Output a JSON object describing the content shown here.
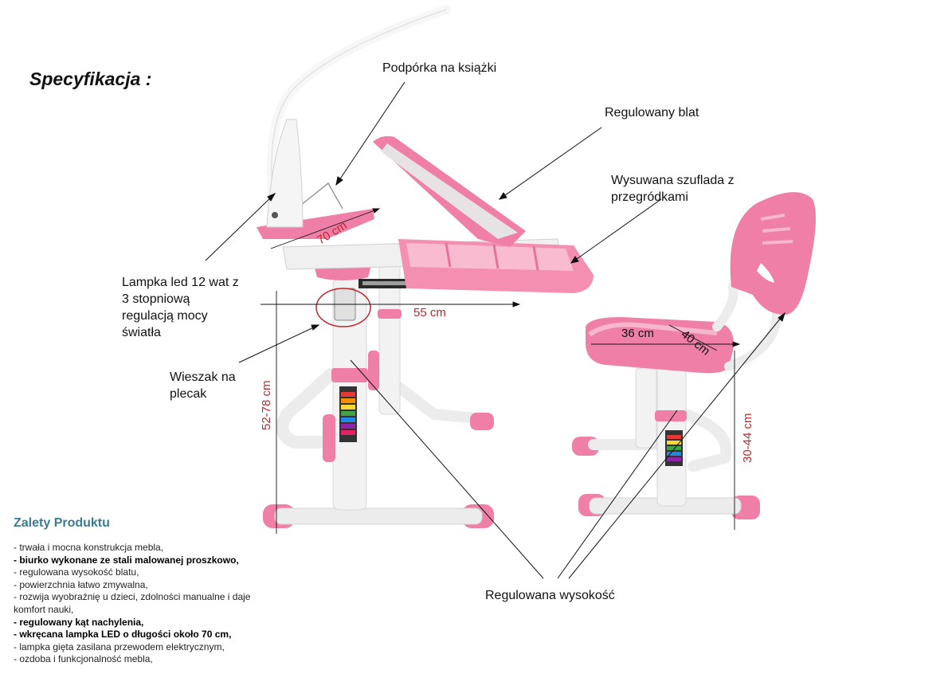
{
  "title": "Specyfikacja :",
  "callouts": {
    "book_rest": "Podpórka na książki",
    "adjustable_top": "Regulowany blat",
    "drawer": "Wysuwana szuflada z przegródkami",
    "lamp": "Lampka led 12 wat z 3 stopniową regulacją mocy światła",
    "hanger": "Wieszak na plecak",
    "height": "Regulowana wysokość"
  },
  "dimensions": {
    "desk_depth": "70 cm",
    "desk_width": "55 cm",
    "desk_height": "52-78 cm",
    "seat_width": "36 cm",
    "seat_depth": "40 cm",
    "seat_height": "30-44 cm"
  },
  "advantages": {
    "title": "Zalety Produktu",
    "items": [
      {
        "text": "- trwała i mocna konstrukcja mebla,",
        "bold": false
      },
      {
        "text": "- biurko wykonane ze stali malowanej proszkowo,",
        "bold": true
      },
      {
        "text": "- regulowana wysokość blatu,",
        "bold": false
      },
      {
        "text": "- powierzchnia łatwo zmywalna,",
        "bold": false
      },
      {
        "text": "- rozwija wyobraźnię u dzieci, zdolności manualne i daje komfort    nauki,",
        "bold": false
      },
      {
        "text": "- regulowany kąt nachylenia,",
        "bold": true
      },
      {
        "text": "- wkręcana lampka LED o długości około 70 cm,",
        "bold": true
      },
      {
        "text": "- lampka gięta zasilana przewodem elektrycznym,",
        "bold": false
      },
      {
        "text": "- ozdoba i funkcjonalność mebla,",
        "bold": false
      }
    ]
  },
  "colors": {
    "pink": "#ef7fa6",
    "pink_light": "#f6b6cc",
    "frame": "#ececec",
    "dimension_red": "#c0272d",
    "advantages_title": "#3a7a93"
  }
}
